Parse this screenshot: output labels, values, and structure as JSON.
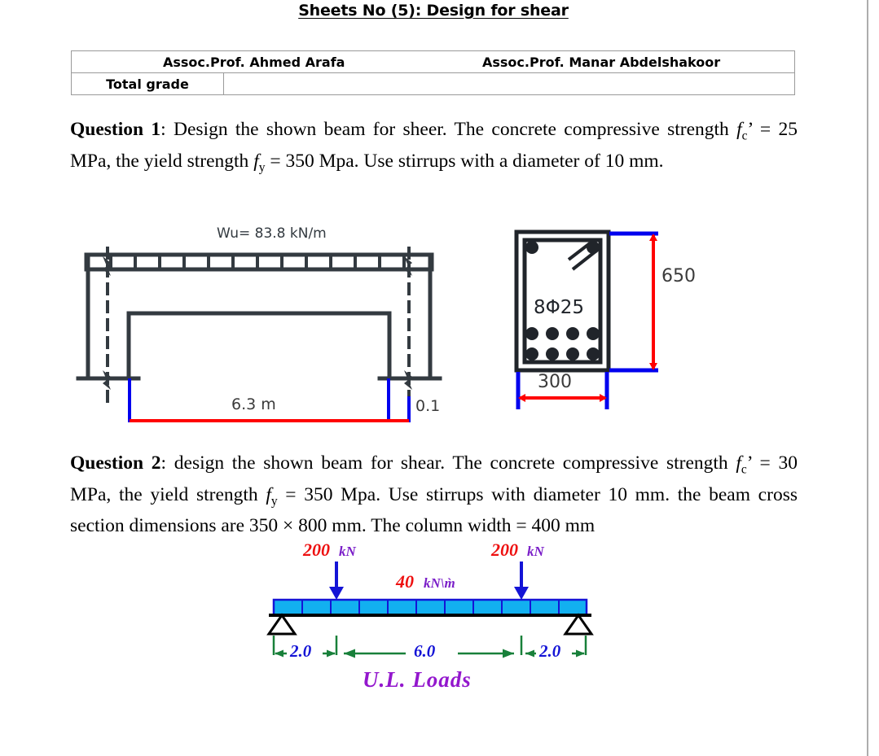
{
  "document": {
    "title": "Sheets No (5): Design for shear"
  },
  "grade_table": {
    "rows": [
      {
        "left": "",
        "center": "Assoc.Prof. Ahmed Arafa",
        "right": "Assoc.Prof. Manar Abdelshakoor"
      },
      {
        "left": "Total grade",
        "center": "",
        "right": ""
      }
    ],
    "professor_1": "Assoc.Prof. Ahmed Arafa",
    "professor_2": "Assoc.Prof. Manar Abdelshakoor",
    "total_grade_label": "Total grade",
    "total_grade_value": ""
  },
  "question1": {
    "label": "Question 1",
    "colon": ":",
    "text_a": " Design the shown beam for sheer. The concrete compressive strength ",
    "fc_symbol": "f",
    "fc_sub": "c",
    "fc_prime": "’",
    "text_b": " = 25 MPa, the yield strength ",
    "fy_symbol": "f",
    "fy_sub": "y",
    "text_c": " = 350 Mpa. Use stirrups with a diameter of 10 mm."
  },
  "question2": {
    "label": "Question 2",
    "colon": ":",
    "text_a": " design the shown beam for shear. The concrete compressive strength ",
    "fc_symbol": "f",
    "fc_sub": "c",
    "fc_prime": "’",
    "text_b": " = 30 MPa, the yield strength ",
    "fy_symbol": "f",
    "fy_sub": "y",
    "text_c": " = 350 Mpa. Use stirrups with diameter 10 mm. the beam cross section dimensions are 350 × 800 mm. The column width = 400 mm"
  },
  "figure1": {
    "name": "frame-beam-elevation",
    "load_label": "Wu= 83.8 kN/m",
    "span_label": "6.3 m",
    "overhang_label": "0.1",
    "colors": {
      "structure": "#333a40",
      "dimension": "#ff0000",
      "extension": "#0000ee"
    },
    "load_segments": 14
  },
  "figure2": {
    "name": "beam-cross-section",
    "depth_label": "650",
    "width_label": "300",
    "rebar_label": "8Φ25",
    "rebar_count": 8,
    "bar_diameter_mm": 25,
    "colors": {
      "outline": "#20242a",
      "dimension": "#ff0000",
      "extension": "#0000ee"
    }
  },
  "figure3": {
    "name": "simply-supported-beam-loads",
    "point_load_1_value": "200",
    "point_load_1_unit": "kN",
    "point_load_2_value": "200",
    "point_load_2_unit": "kN",
    "udl_value": "40",
    "udl_unit": "kN\\m̀",
    "dim_left": "2.0",
    "dim_middle": "6.0",
    "dim_right": "2.0",
    "caption": "U.L.  Loads",
    "colors": {
      "load_value": "#ee1111",
      "load_unit": "#7a1ec8",
      "beam_fill": "#12b0f0",
      "beam_outline": "#1414d6",
      "arrow": "#1414d6",
      "dimension_line": "#18803a",
      "dimension_text": "#1414d6",
      "caption": "#9317cd"
    },
    "beam_segments": 11
  }
}
